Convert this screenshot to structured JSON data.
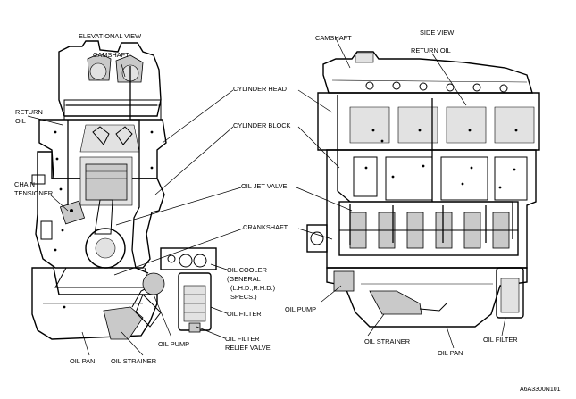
{
  "labels": {
    "elevational_view": "ELEVATIONAL VIEW",
    "side_view": "SIDE VIEW",
    "camshaft_left": "CAMSHAFT",
    "camshaft_right": "CAMSHAFT",
    "return_oil_left_1": "RETURN",
    "return_oil_left_2": "OIL",
    "return_oil_right": "RETURN OIL",
    "cylinder_head": "CYLINDER HEAD",
    "cylinder_block": "CYLINDER BLOCK",
    "chain_tensioner_1": "CHAIN",
    "chain_tensioner_2": "TENSIONER",
    "oil_jet_valve": "OIL JET VALVE",
    "crankshaft": "CRANKSHAFT",
    "oil_cooler_1": "OIL COOLER",
    "oil_cooler_2": "(GENERAL",
    "oil_cooler_3": "(L.H.D.,R.H.D.)",
    "oil_cooler_4": "SPECS.)",
    "oil_filter_left": "OIL FILTER",
    "oil_pump_left": "OIL PUMP",
    "oil_pump_right": "OIL PUMP",
    "oil_filter_relief_1": "OIL FILTER",
    "oil_filter_relief_2": "RELIEF VALVE",
    "oil_pan_left": "OIL PAN",
    "oil_strainer_left": "OIL STRAINER",
    "oil_strainer_right": "OIL STRAINER",
    "oil_pan_right": "OIL PAN",
    "oil_filter_right": "OIL FILTER"
  },
  "figure_code": "A6A3300N101"
}
